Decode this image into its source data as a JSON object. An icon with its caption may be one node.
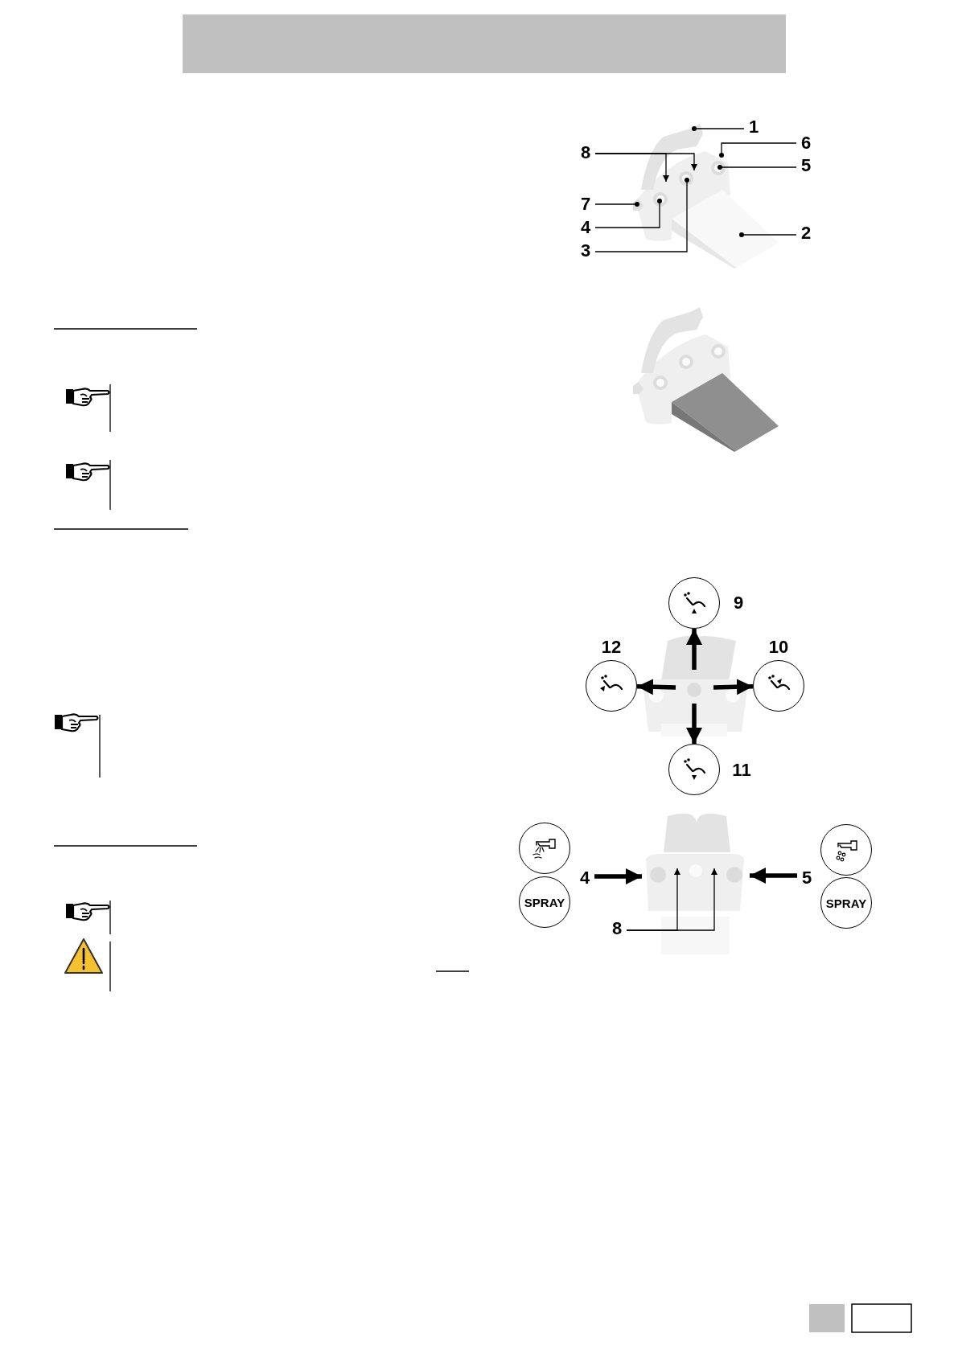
{
  "diagram": {
    "nodes": [
      {
        "text": [
          "1"
        ]
      },
      {
        "text": [
          "6"
        ]
      },
      {
        "text": [
          "8"
        ]
      },
      {
        "text": [
          "5"
        ]
      },
      {
        "text": [
          "7"
        ]
      },
      {
        "text": [
          "4"
        ]
      },
      {
        "text": [
          "2"
        ]
      },
      {
        "text": [
          "3"
        ]
      },
      {
        "text": [],
        "shape": "circle",
        "beside": [
          "9"
        ]
      },
      {
        "text": [],
        "shape": "circle",
        "beside": [
          "12"
        ]
      },
      {
        "text": [],
        "shape": "circle",
        "beside": [
          "10"
        ]
      },
      {
        "text": [],
        "shape": "circle",
        "beside": [
          "11"
        ]
      },
      {
        "text": [],
        "shape": "circle"
      },
      {
        "text": [],
        "shape": "circle"
      },
      {
        "text": [
          "4"
        ]
      },
      {
        "text": [
          "5"
        ]
      },
      {
        "text": [
          "SPRAY"
        ]
      },
      {
        "text": [
          "SPRAY"
        ]
      },
      {
        "text": [
          "8"
        ]
      },
      {
        "text": [],
        "shape": "picture"
      },
      {
        "text": [],
        "shape": "picture"
      }
    ],
    "edges": [
      {
        "from": 0,
        "to": 19,
        "arrow": "other"
      },
      {
        "from": 1,
        "to": 19,
        "arrow": "other"
      },
      {
        "from": 2,
        "to": 19,
        "arrow": "to"
      },
      {
        "from": 2,
        "to": 19,
        "arrow": "to"
      },
      {
        "from": 3,
        "to": 19,
        "arrow": "other"
      },
      {
        "from": 4,
        "to": 19,
        "arrow": "other"
      },
      {
        "from": 5,
        "to": 19,
        "arrow": "other"
      },
      {
        "from": 6,
        "to": 19,
        "arrow": "other"
      },
      {
        "from": 7,
        "to": 19,
        "arrow": "other"
      },
      {
        "from": null,
        "to": 8,
        "arrow": "to",
        "style": "thick"
      },
      {
        "from": null,
        "to": 10,
        "arrow": "to",
        "style": "thick"
      },
      {
        "from": null,
        "to": 11,
        "arrow": "to",
        "style": "thick"
      },
      {
        "from": null,
        "to": 9,
        "arrow": "to",
        "style": "thick"
      },
      {
        "from": 14,
        "to": 20,
        "arrow": "to",
        "style": "thick"
      },
      {
        "from": 15,
        "to": 20,
        "arrow": "to",
        "style": "thick"
      },
      {
        "from": 18,
        "to": 20,
        "arrow": "to"
      },
      {
        "from": 18,
        "to": 20,
        "arrow": "to"
      }
    ]
  }
}
